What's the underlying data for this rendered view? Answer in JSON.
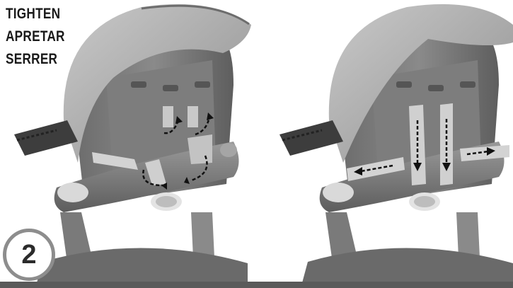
{
  "instructions": {
    "lines": [
      "TIGHTEN",
      "APRETAR",
      "SERRER"
    ]
  },
  "step": {
    "number": "2"
  }
}
